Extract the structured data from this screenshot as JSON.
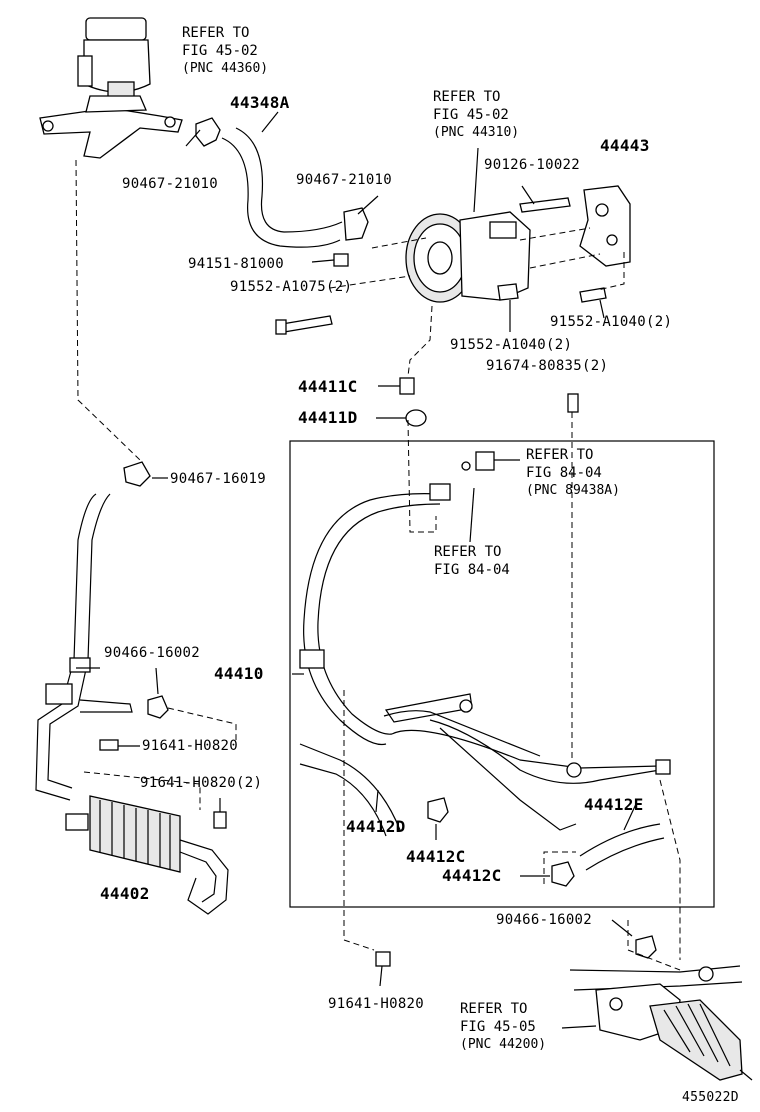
{
  "part_labels": {
    "p44348A": "44348A",
    "p90467_21010_a": "90467-21010",
    "p90467_21010_b": "90467-21010",
    "p90126_10022": "90126-10022",
    "p44443": "44443",
    "p94151_81000": "94151-81000",
    "p91552_A1075": "91552-A1075(2)",
    "p91552_A1040_r": "91552-A1040(2)",
    "p91552_A1040_c": "91552-A1040(2)",
    "p91674_80835": "91674-80835(2)",
    "p44411C": "44411C",
    "p44411D": "44411D",
    "p90467_16019": "90467-16019",
    "p90466_16002_a": "90466-16002",
    "p44410": "44410",
    "p91641_H0820_a": "91641-H0820",
    "p91641_H0820_b": "91641-H0820(2)",
    "p44412D": "44412D",
    "p44412E": "44412E",
    "p44412C_a": "44412C",
    "p44412C_b": "44412C",
    "p44402": "44402",
    "p90466_16002_b": "90466-16002",
    "p91641_H0820_c": "91641-H0820"
  },
  "references": {
    "ref_top": {
      "line1": "REFER TO",
      "line2": "FIG 45-02",
      "line3": "(PNC 44360)"
    },
    "ref_pump": {
      "line1": "REFER TO",
      "line2": "FIG 45-02",
      "line3": "(PNC 44310)"
    },
    "ref_sensor": {
      "line1": "REFER TO",
      "line2": "FIG 84-04",
      "line3": "(PNC 89438A)"
    },
    "ref_switch": {
      "line1": "REFER TO",
      "line2": "FIG 84-04"
    },
    "ref_gear": {
      "line1": "REFER TO",
      "line2": "FIG 45-05",
      "line3": "(PNC 44200)"
    }
  },
  "diagram_id": "455022D"
}
